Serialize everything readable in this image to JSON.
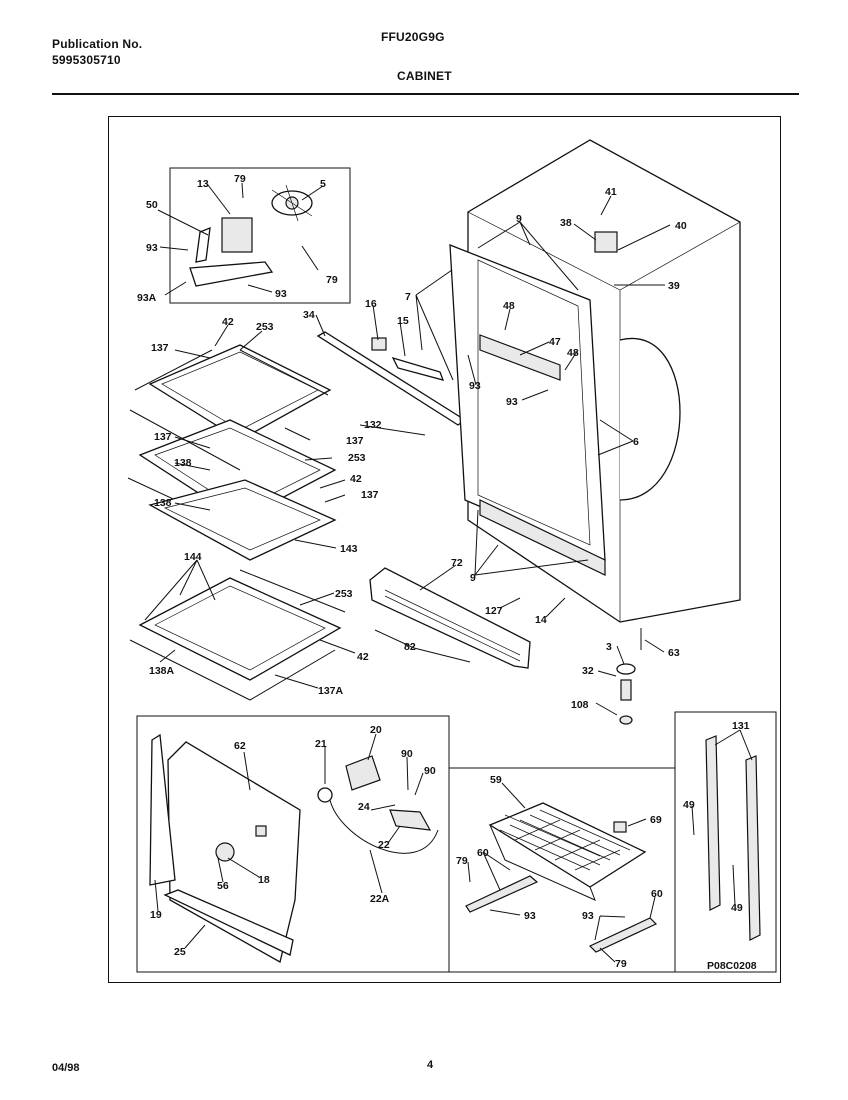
{
  "header": {
    "publication_label": "Publication No.",
    "publication_number": "5995305710",
    "model": "FFU20G9G",
    "section_title": "CABINET"
  },
  "footer": {
    "date": "04/98",
    "page": "4"
  },
  "diagram_code": "P08C0208",
  "callouts": {
    "c13": "13",
    "c79a": "79",
    "c5": "5",
    "c50": "50",
    "c93a": "93",
    "c79b": "79",
    "c93A": "93A",
    "c93b": "93",
    "c42a": "42",
    "c253a": "253",
    "c137a": "137",
    "c34": "34",
    "c16": "16",
    "c15": "15",
    "c137b": "137",
    "c137c": "137",
    "c132": "132",
    "c138a": "138",
    "c253b": "253",
    "c42b": "42",
    "c137d": "137",
    "c138b": "138",
    "c143": "143",
    "c144": "144",
    "c253c": "253",
    "c42c": "42",
    "c138A": "138A",
    "c137A": "137A",
    "c41": "41",
    "c38": "38",
    "c40": "40",
    "c39": "39",
    "c9a": "9",
    "c7": "7",
    "c48a": "48",
    "c47": "47",
    "c48b": "48",
    "c93c": "93",
    "c93d": "93",
    "c6": "6",
    "c9b": "9",
    "c72": "72",
    "c127": "127",
    "c14": "14",
    "c82": "82",
    "c3": "3",
    "c63": "63",
    "c32": "32",
    "c108": "108",
    "c62": "62",
    "c21": "21",
    "c20": "20",
    "c90a": "90",
    "c90b": "90",
    "c24": "24",
    "c22": "22",
    "c22A": "22A",
    "c18": "18",
    "c56": "56",
    "c19": "19",
    "c25": "25",
    "c59": "59",
    "c69": "69",
    "c79c": "79",
    "c60a": "60",
    "c93e": "93",
    "c60b": "60",
    "c93f": "93",
    "c79d": "79",
    "c131": "131",
    "c49a": "49",
    "c49b": "49"
  }
}
